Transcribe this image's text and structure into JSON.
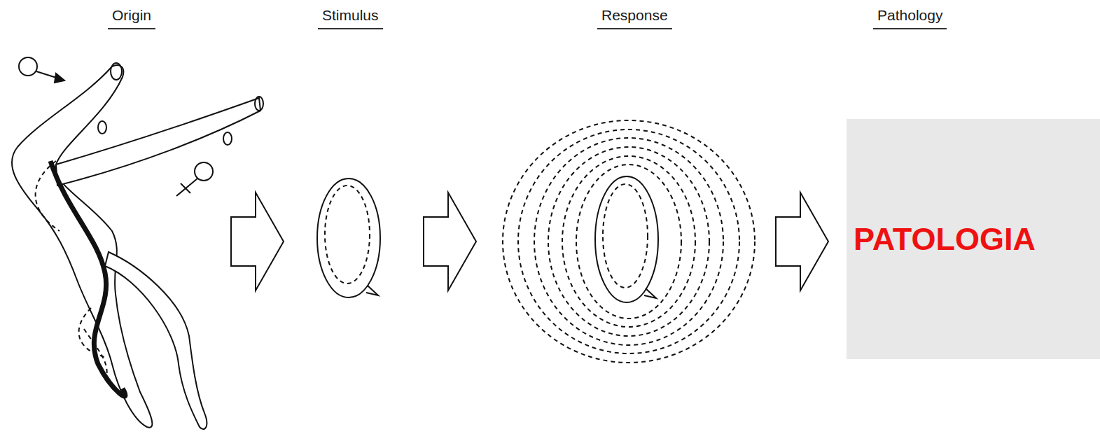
{
  "diagram": {
    "nodes": [
      {
        "text": [
          "PATOLOGIA"
        ]
      }
    ],
    "labels": [
      "Origin",
      "Stimulus",
      "Response",
      "Pathology"
    ]
  }
}
